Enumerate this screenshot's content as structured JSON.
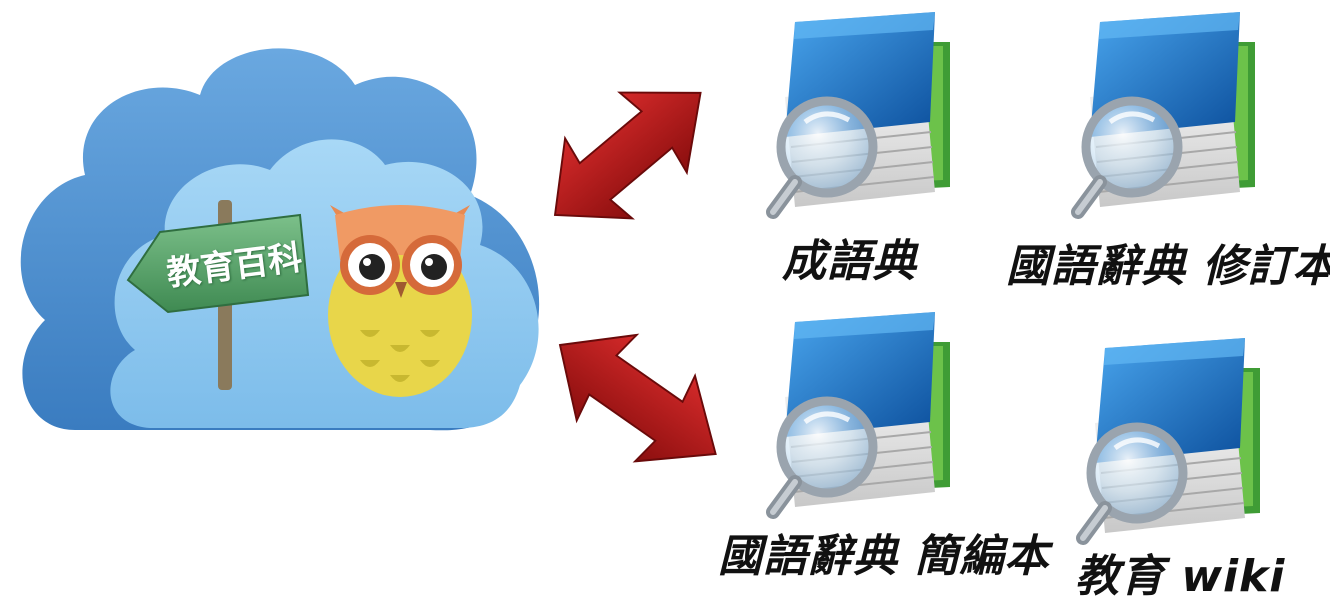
{
  "hub": {
    "sign_text": "教育百科"
  },
  "dictionaries": [
    {
      "label": "成語典"
    },
    {
      "label": "國語辭典 修訂本"
    },
    {
      "label": "國語辭典 簡編本"
    },
    {
      "label": "教育 wiki"
    }
  ],
  "icons": {
    "cloud": "cloud-icon",
    "owl": "owl-mascot-icon",
    "signpost": "signpost-icon",
    "book_search": "book-search-icon",
    "arrow": "double-arrow-icon"
  },
  "colors": {
    "cloud_outer": "#4a8fd0",
    "cloud_inner": "#8ec8f0",
    "arrow": "#b01818",
    "book_blue": "#1a6fc4",
    "book_green": "#4aa83c",
    "sign_green": "#5aa36a"
  }
}
